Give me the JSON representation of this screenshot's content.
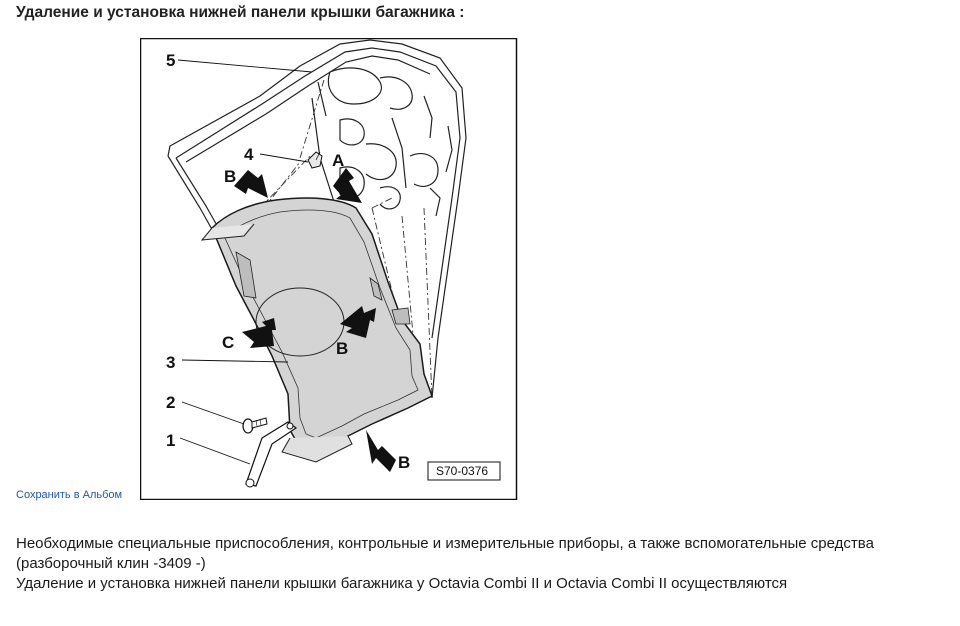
{
  "header": {
    "title": "Удаление и установка нижней панели крышки багажника :"
  },
  "figure": {
    "code": "S70-0376",
    "callouts": {
      "n1": "1",
      "n2": "2",
      "n3": "3",
      "n4": "4",
      "n5": "5",
      "a": "A",
      "b1": "B",
      "b2": "B",
      "b3": "B",
      "c": "C"
    }
  },
  "links": {
    "save_album": "Сохранить в Альбом"
  },
  "content": {
    "paragraph1": "Необходимые специальные приспособления, контрольные и измерительные приборы, а также вспомогательные средства (разборочный клин -3409 -)",
    "paragraph2": "Удаление и установка нижней панели крышки багажника у Octavia Combi II и Octavia Combi II осуществляются"
  },
  "colors": {
    "link": "#1e58a8",
    "panel_fill": "#d4d4d4",
    "ink": "#111111"
  }
}
